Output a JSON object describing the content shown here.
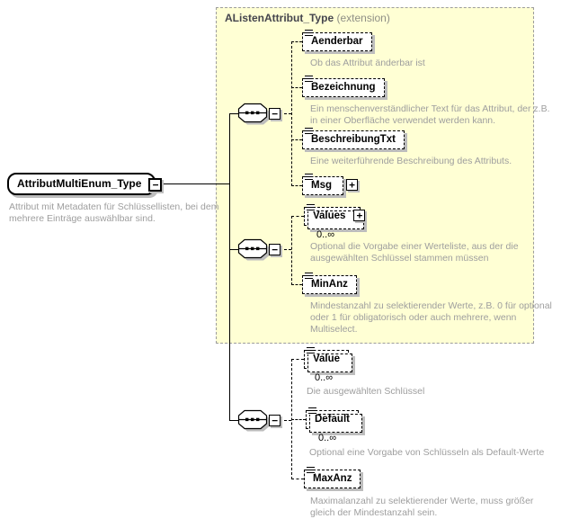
{
  "root": {
    "name": "AttributMultiEnum_Type",
    "description": "Attribut mit Metadaten für Schlüssellisten, bei dem mehrere Einträge auswählbar sind."
  },
  "extension": {
    "title": "AListenAttribut_Type",
    "suffix": "(extension)"
  },
  "glyphs": {
    "minus": "−",
    "plus": "+"
  },
  "elements": {
    "aenderbar": {
      "name": "Aenderbar",
      "description": "Ob das Attribut änderbar ist"
    },
    "bezeichnung": {
      "name": "Bezeichnung",
      "description": "Ein menschenverständlicher Text für das Attribut, der z.B. in einer Oberfläche verwendet werden kann."
    },
    "beschreibungtxt": {
      "name": "BeschreibungTxt",
      "description": "Eine weiterführende Beschreibung des Attributs."
    },
    "msg": {
      "name": "Msg"
    },
    "values": {
      "name": "Values",
      "occurs": "0..∞",
      "description": "Optional die Vorgabe einer Werteliste, aus der die ausgewählten Schlüssel stammen müssen"
    },
    "minanz": {
      "name": "MinAnz",
      "description": "Mindestanzahl zu selektierender Werte, z.B. 0 für optional oder 1 für obligatorisch oder auch mehrere, wenn Multiselect."
    },
    "value": {
      "name": "Value",
      "occurs": "0..∞",
      "description": "Die ausgewählten Schlüssel"
    },
    "default": {
      "name": "Default",
      "occurs": "0..∞",
      "description": "Optional eine Vorgabe von Schlüsseln als Default-Werte"
    },
    "maxanz": {
      "name": "MaxAnz",
      "description": "Maximalanzahl zu selektierender Werte, muss größer gleich der Mindestanzahl sein."
    }
  },
  "colors": {
    "extension_bg": "#FFFFD4",
    "shadow": "#BDBDBD",
    "description_text": "#9E9E9E",
    "line": "#000000"
  }
}
